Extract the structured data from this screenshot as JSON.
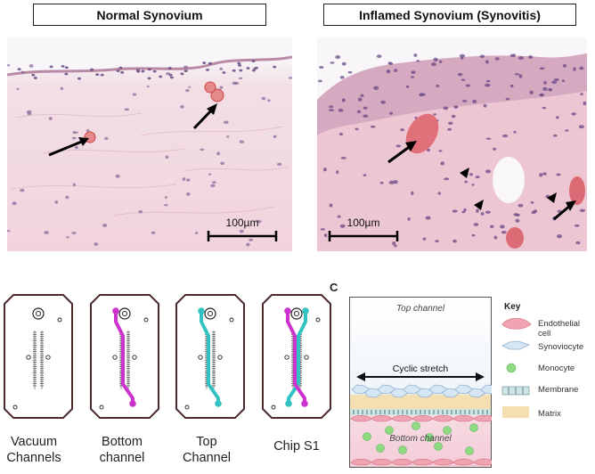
{
  "panel_a": {
    "normal_title": "Normal Synovium",
    "inflamed_title": "Inflamed Synovium (Synovitis)",
    "normal_scale": "100µm",
    "inflamed_scale": "100µm"
  },
  "panel_b": {
    "chips": [
      {
        "label": "Vacuum Channels",
        "line1": "Vacuum",
        "line2": "Channels"
      },
      {
        "label": "Bottom channel",
        "line1": "Bottom",
        "line2": "channel"
      },
      {
        "label": "Top Channel",
        "line1": "Top",
        "line2": "Channel"
      },
      {
        "label": "Chip S1",
        "line1": "Chip S1",
        "line2": ""
      }
    ],
    "colors": {
      "bottom": "#cc33cc",
      "top": "#33c2c2"
    }
  },
  "panel_c": {
    "letter": "C",
    "top_channel": "Top channel",
    "bottom_channel": "Bottom channel",
    "stretch": "Cyclic stretch",
    "key_title": "Key",
    "key": [
      {
        "label1": "Endothelial",
        "label2": "cell"
      },
      {
        "label1": "Synoviocyte",
        "label2": ""
      },
      {
        "label1": "Monocyte",
        "label2": ""
      },
      {
        "label1": "Membrane",
        "label2": ""
      },
      {
        "label1": "Matrix",
        "label2": ""
      }
    ]
  }
}
